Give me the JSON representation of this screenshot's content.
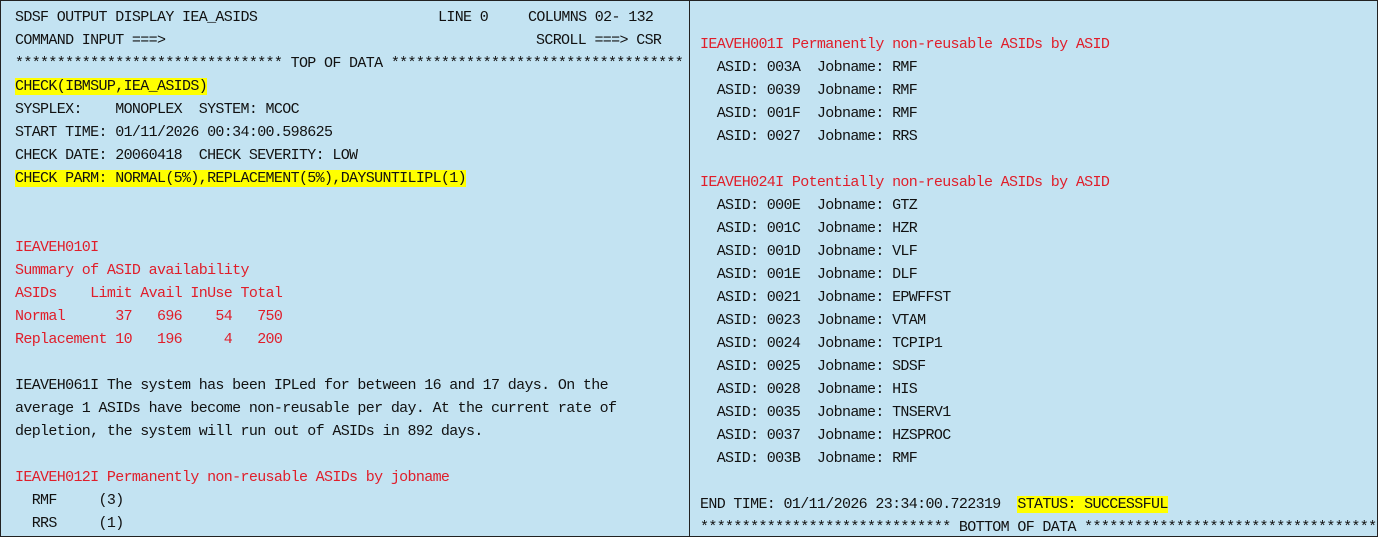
{
  "header": {
    "title": "SDSF OUTPUT DISPLAY IEA_ASIDS",
    "line": "LINE 0",
    "columns": "COLUMNS 02- 132",
    "command_label": "COMMAND INPUT ===>",
    "command_value": "",
    "scroll": "SCROLL ===> CSR",
    "top_of_data": "******************************** TOP OF DATA ***********************************"
  },
  "check": {
    "name": "CHECK(IBMSUP,IEA_ASIDS)",
    "sysplex": "SYSPLEX:    MONOPLEX  SYSTEM: MCOC",
    "start_time": "START TIME: 01/11/2026 00:34:00.598625",
    "check_date": "CHECK DATE: 20060418  CHECK SEVERITY: LOW",
    "check_parm": "CHECK PARM: NORMAL(5%),REPLACEMENT(5%),DAYSUNTILIPL(1)"
  },
  "summary": {
    "msgid": "IEAVEH010I",
    "title": "Summary of ASID availability",
    "header": "ASIDs    Limit Avail InUse Total",
    "rows": [
      "Normal      37   696    54   750",
      "Replacement 10   196     4   200"
    ]
  },
  "ipl_message": [
    "IEAVEH061I The system has been IPLed for between 16 and 17 days. On the",
    "average 1 ASIDs have become non-reusable per day. At the current rate of",
    "depletion, the system will run out of ASIDs in 892 days."
  ],
  "by_jobname": {
    "title": "IEAVEH012I Permanently non-reusable ASIDs by jobname",
    "rows": [
      "  RMF     (3)",
      "  RRS     (1)"
    ]
  },
  "permanent_by_asid": {
    "title": "IEAVEH001I Permanently non-reusable ASIDs by ASID",
    "rows": [
      "  ASID: 003A  Jobname: RMF",
      "  ASID: 0039  Jobname: RMF",
      "  ASID: 001F  Jobname: RMF",
      "  ASID: 0027  Jobname: RRS"
    ]
  },
  "potential_by_asid": {
    "title": "IEAVEH024I Potentially non-reusable ASIDs by ASID",
    "rows": [
      "  ASID: 000E  Jobname: GTZ",
      "  ASID: 001C  Jobname: HZR",
      "  ASID: 001D  Jobname: VLF",
      "  ASID: 001E  Jobname: DLF",
      "  ASID: 0021  Jobname: EPWFFST",
      "  ASID: 0023  Jobname: VTAM",
      "  ASID: 0024  Jobname: TCPIP1",
      "  ASID: 0025  Jobname: SDSF",
      "  ASID: 0028  Jobname: HIS",
      "  ASID: 0035  Jobname: TNSERV1",
      "  ASID: 0037  Jobname: HZSPROC",
      "  ASID: 003B  Jobname: RMF"
    ]
  },
  "footer": {
    "end_time": "END TIME: 01/11/2026 23:34:00.722319  ",
    "status": "STATUS: SUCCESSFUL",
    "bottom_of_data": "****************************** BOTTOM OF DATA ***********************************"
  },
  "colors": {
    "background": "#c3e3f2",
    "message": "#e01e2a",
    "highlight": "#ffff00"
  }
}
